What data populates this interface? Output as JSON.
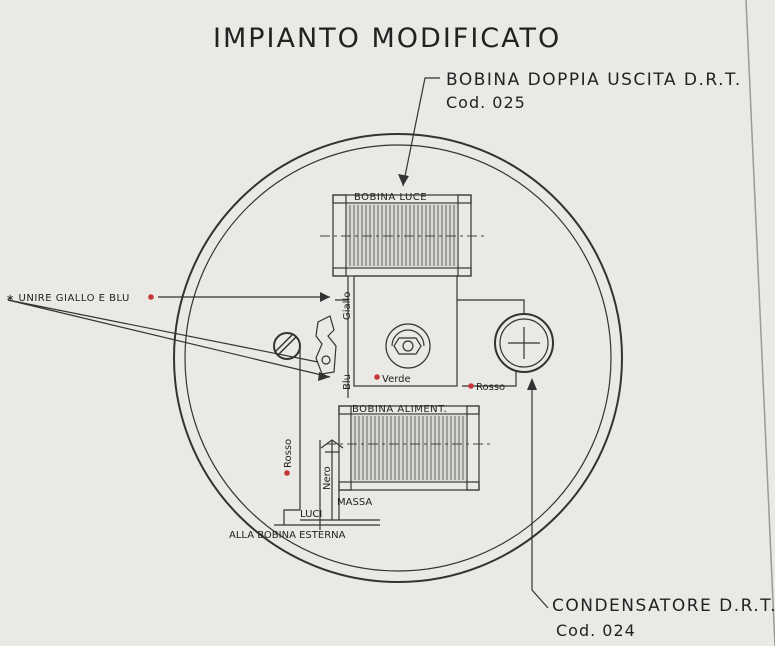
{
  "title": "IMPIANTO MODIFICATO",
  "callouts": {
    "coil_double": {
      "line1": "BOBINA DOPPIA USCITA D.R.T.",
      "line2": "Cod. 025"
    },
    "condenser": {
      "line1": "CONDENSATORE D.R.T.",
      "line2": "Cod. 024"
    },
    "join_note": "∗ UNIRE GIALLO E BLU"
  },
  "coils": {
    "light": "BOBINA LUCE",
    "supply": "BOBINA ALIMENT."
  },
  "wires": {
    "giallo": "Giallo",
    "blu": "Blu",
    "verde": "Verde",
    "rosso_right": "Rosso",
    "rosso_left": "Rosso",
    "nero": "Nero"
  },
  "bottom_labels": {
    "luci": "LUCI",
    "massa": "MASSA",
    "external": "ALLA BOBINA ESTERNA"
  },
  "colors": {
    "ink": "#222222",
    "paper": "#e9e9e6",
    "marker_dot": "#c8343c"
  }
}
